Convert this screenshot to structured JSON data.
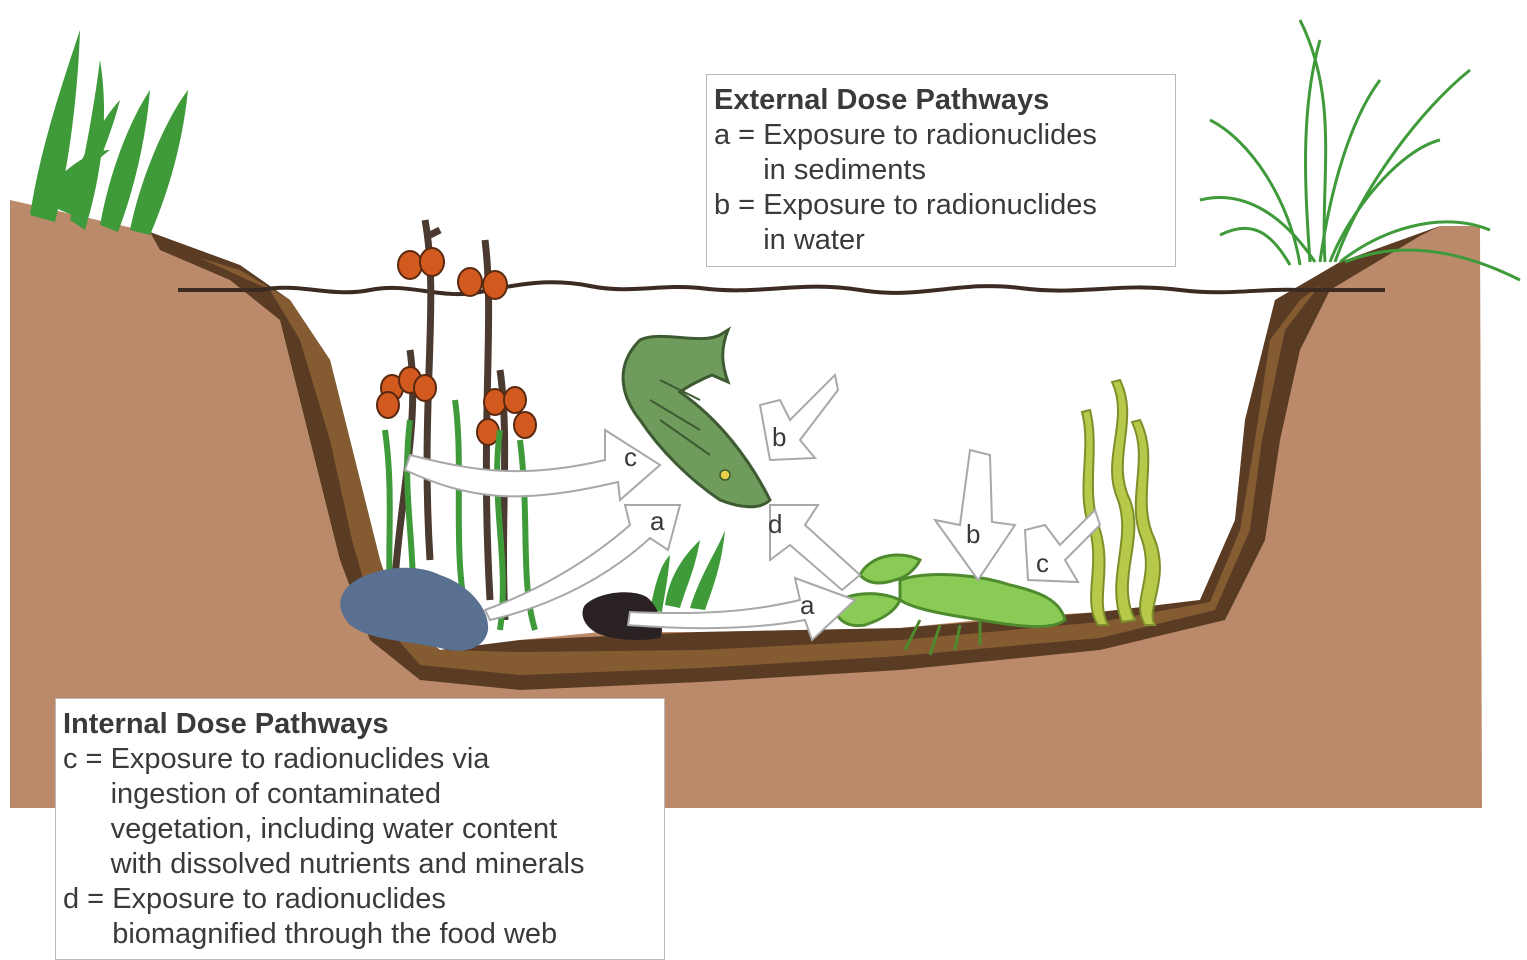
{
  "colors": {
    "soil": "#bb8a6a",
    "bank_dark": "#5a3c24",
    "bank_mid": "#7d5530",
    "plant_green": "#3f9a3a",
    "fish_green": "#6f9b5c",
    "crayfish_green": "#8acb55",
    "rock_blue": "#5a7090",
    "cattail_orange": "#d35a1e",
    "water_line": "#3b2b22"
  },
  "external_legend": {
    "title": "External Dose Pathways",
    "items": [
      {
        "key": "a =",
        "text": "Exposure to radionuclides\n  in sediments"
      },
      {
        "key": "b =",
        "text": "Exposure to radionuclides\n  in water"
      }
    ]
  },
  "internal_legend": {
    "title": "Internal Dose Pathways",
    "items": [
      {
        "key": "c =",
        "text": "Exposure to radionuclides via\n  ingestion of contaminated\n  vegetation, including water content\n  with dissolved nutrients and minerals"
      },
      {
        "key": "d =",
        "text": "Exposure to radionuclides\n  biomagnified through the food web"
      }
    ]
  },
  "arrow_labels": {
    "c_fish": "c",
    "a_fish": "a",
    "b_fish": "b",
    "d_fish": "d",
    "b_crayfish": "b",
    "c_crayfish": "c",
    "a_crayfish": "a"
  },
  "icons": [
    "grass-icon",
    "fern-icon",
    "cattail-icon",
    "fish-icon",
    "crayfish-icon",
    "rock-icon",
    "kelp-icon"
  ]
}
